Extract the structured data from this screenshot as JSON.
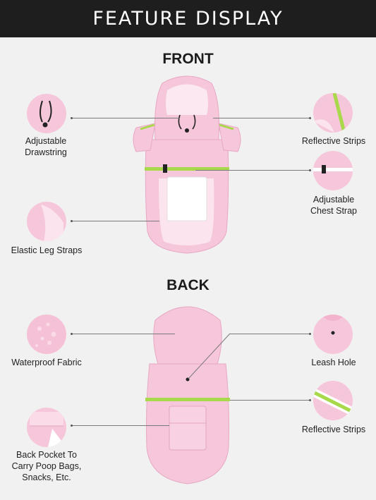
{
  "header": {
    "title": "FEATURE DISPLAY"
  },
  "sections": {
    "front_title": "FRONT",
    "back_title": "BACK"
  },
  "front_features": {
    "drawstring": "Adjustable Drawstring",
    "drawstring_line1": "Adjustable",
    "drawstring_line2": "Drawstring",
    "reflective": "Reflective Strips",
    "chest_strap_line1": "Adjustable",
    "chest_strap_line2": "Chest Strap",
    "leg_straps": "Elastic Leg Straps"
  },
  "back_features": {
    "waterproof": "Waterproof Fabric",
    "leash_hole": "Leash Hole",
    "reflective": "Reflective Strips",
    "pocket_line1": "Back Pocket To",
    "pocket_line2": "Carry Poop Bags,",
    "pocket_line3": "Snacks, Etc."
  },
  "colors": {
    "header_bg": "#1f1e1e",
    "background": "#f1f1f1",
    "coat_pink": "#f6c6da",
    "reflective_green": "#a8d94a"
  }
}
